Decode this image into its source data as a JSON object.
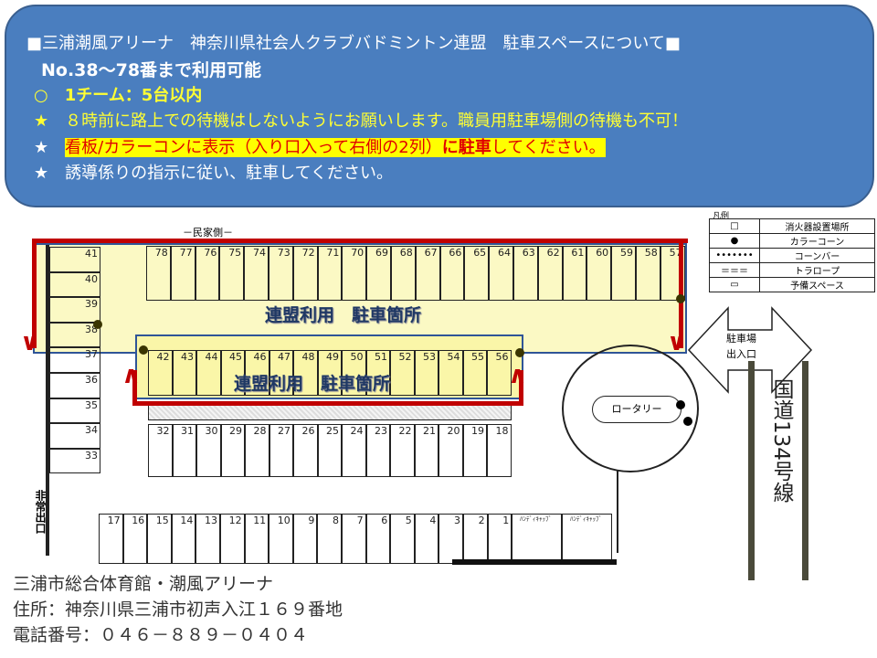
{
  "banner": {
    "title": "■三浦潮風アリーナ　神奈川県社会人クラブバドミントン連盟　駐車スペースについて■",
    "available": "No.38～78番まで利用可能",
    "rule1": "○　1チーム：5台以内",
    "rule2": "★　８時前に路上での待機はしないようにお願いします。職員用駐車場側の待機も不可！",
    "rule3_star": "★",
    "rule3_a": "看板/カラーコンに表示（入り口入って右側の2列）",
    "rule3_b": "に駐車",
    "rule3_c": "してください。",
    "rule4": "★　誘導係りの指示に従い、駐車してください。"
  },
  "map": {
    "neighbor_side": "－民家側－",
    "zone_label_top": "連盟利用　駐車箇所",
    "zone_label_middle": "連盟利用　駐車箇所",
    "rotary": "ロータリー",
    "entrance": [
      "駐車場",
      "出入口"
    ],
    "road": "国道134号線",
    "emergency_exit": "非常出口",
    "top_row": [
      "78",
      "77",
      "76",
      "75",
      "74",
      "73",
      "72",
      "71",
      "70",
      "69",
      "68",
      "67",
      "66",
      "65",
      "64",
      "63",
      "62",
      "61",
      "60",
      "59",
      "58",
      "57"
    ],
    "left_column": [
      "41",
      "40",
      "39",
      "38",
      "37",
      "36",
      "35",
      "34",
      "33"
    ],
    "middle_row": [
      "42",
      "43",
      "44",
      "45",
      "46",
      "47",
      "48",
      "49",
      "50",
      "51",
      "52",
      "53",
      "54",
      "55",
      "56"
    ],
    "lower_row": [
      "32",
      "31",
      "30",
      "29",
      "28",
      "27",
      "26",
      "25",
      "24",
      "23",
      "22",
      "21",
      "20",
      "19",
      "18"
    ],
    "bottom_row": [
      "17",
      "16",
      "15",
      "14",
      "13",
      "12",
      "11",
      "10",
      "9",
      "8",
      "7",
      "6",
      "5",
      "4",
      "3",
      "2",
      "1"
    ],
    "handicap": [
      "ﾊﾝﾃﾞｨｷｬｯﾌﾞ",
      "ﾊﾝﾃﾞｨｷｬｯﾌﾞ"
    ]
  },
  "legend": {
    "title": "凡例",
    "items": [
      {
        "symbol": "□",
        "label": "消火器設置場所"
      },
      {
        "symbol": "●",
        "label": "カラーコーン"
      },
      {
        "symbol": "•••••••",
        "label": "コーンバー"
      },
      {
        "symbol": "＝＝＝",
        "label": "トラロープ"
      },
      {
        "symbol": "▭",
        "label": "予備スペース"
      }
    ]
  },
  "footer": {
    "facility": "三浦市総合体育館・潮風アリーナ",
    "address": "住所：神奈川県三浦市初声入江１６９番地",
    "phone": "電話番号：０４６－８８９－０４０４"
  },
  "colors": {
    "banner": "#4a7ebf",
    "highlight": "#ffff00",
    "route": "#c00000",
    "zone": "#fbf9c4"
  }
}
